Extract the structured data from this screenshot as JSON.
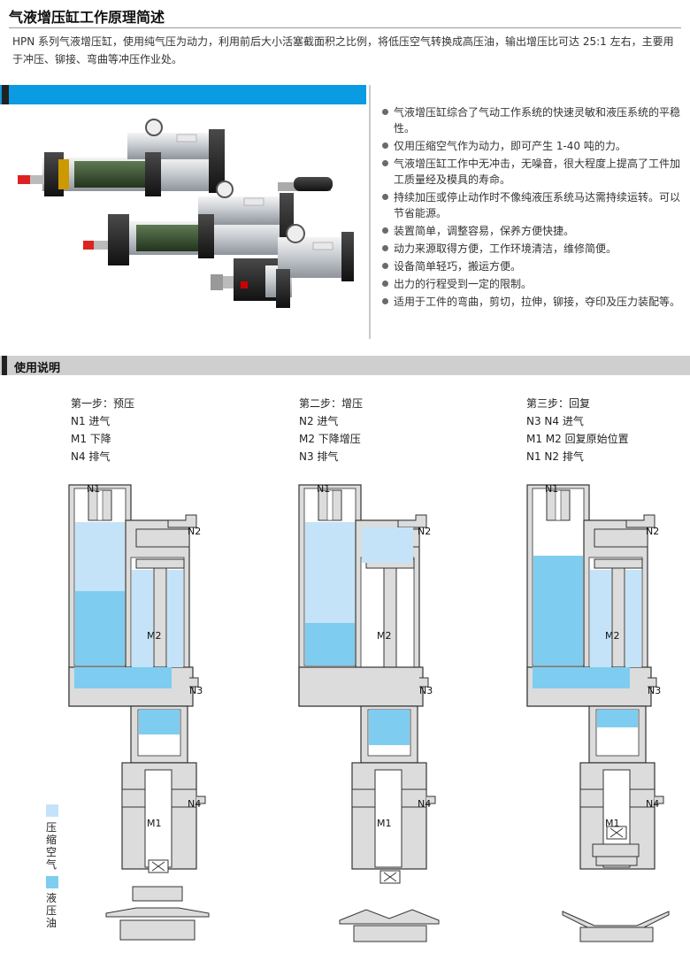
{
  "title": "气液增压缸工作原理简述",
  "intro": "HPN 系列气液增压缸，使用纯气压为动力，利用前后大小活塞截面积之比例，将低压空气转换成高压油，输出增压比可达 25:1 左右，主要用于冲压、铆接、弯曲等冲压作业处。",
  "features": [
    "气液增压缸综合了气动工作系统的快速灵敏和液压系统的平稳性。",
    "仅用压缩空气作为动力，即可产生 1-40 吨的力。",
    "气液增压缸工作中无冲击，无噪音，很大程度上提高了工件加工质量经及模具的寿命。",
    "持续加压或停止动作时不像纯液压系统马达需持续运转。可以节省能源。",
    "装置简单，调整容易，保养方便快捷。",
    "动力来源取得方便，工作环境清洁，维修简便。",
    "设备简单轻巧，搬运方便。",
    "出力的行程受到一定的限制。",
    "适用于工件的弯曲，剪切，拉伸，铆接，夺印及压力装配等。"
  ],
  "section_title": "使用说明",
  "steps": [
    {
      "title": "第一步：预压",
      "lines": [
        "N1 进气",
        "M1 下降",
        "N4 排气"
      ]
    },
    {
      "title": "第二步：增压",
      "lines": [
        "N2 进气",
        "M2 下降增压",
        "N3 排气"
      ]
    },
    {
      "title": "第三步：回复",
      "lines": [
        "N3 N4 进气",
        "M1 M2 回复原始位置",
        "N1 N2 排气"
      ]
    }
  ],
  "port_labels": {
    "n1": "N1",
    "n2": "N2",
    "n3": "N3",
    "n4": "N4",
    "m1": "M1",
    "m2": "M2"
  },
  "legend": {
    "air": "压缩空气",
    "oil": "液压油"
  },
  "colors": {
    "accent_blue": "#0b9be2",
    "air": "#c4e3f8",
    "oil": "#7ecdf0",
    "metal": "#dcdcdc",
    "section_bar": "#cfcfcf"
  }
}
